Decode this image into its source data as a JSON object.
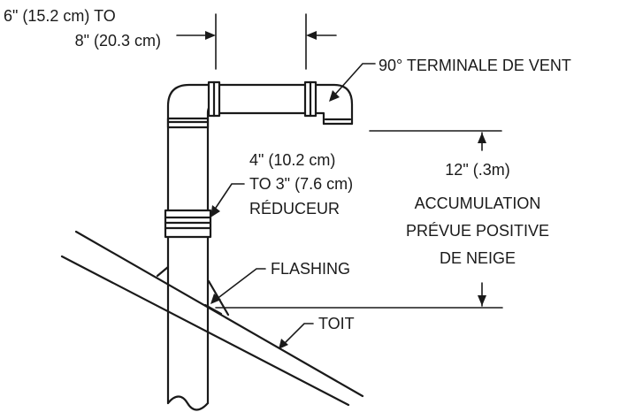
{
  "labels": {
    "width_line1": "6\" (15.2 cm) TO",
    "width_line2": "8\" (20.3 cm)",
    "terminal": "90° TERMINALE DE VENT",
    "reducer_line1": "4\" (10.2 cm)",
    "reducer_line2": "TO 3\" (7.6 cm)",
    "reducer_line3": "RÉDUCEUR",
    "height_line1": "12\" (.3m)",
    "height_line2": "ACCUMULATION",
    "height_line3": "PRÉVUE POSITIVE",
    "height_line4": "DE NEIGE",
    "flashing": "FLASHING",
    "roof": "TOIT"
  },
  "colors": {
    "ink": "#1a1a1a",
    "background": "#ffffff"
  }
}
